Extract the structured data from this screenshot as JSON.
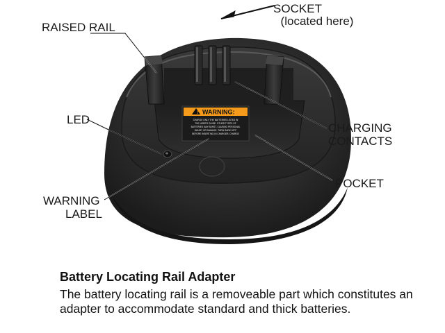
{
  "labels": {
    "socket": "SOCKET",
    "socket_note": "(located here)",
    "raised_rail": "RAISED RAIL",
    "led": "LED",
    "charging_line1": "CHARGING",
    "charging_line2": "CONTACTS",
    "pocket": "POCKET",
    "warning_line1": "WARNING",
    "warning_line2": "LABEL"
  },
  "warning_sticker": {
    "heading": "WARNING:",
    "lines": [
      "CHARGE ONLY THE BATTERIES LISTED IN",
      "THE USER'S GUIDE. OTHER TYPES OF",
      "BATTERIES MAY BURST, CAUSING PERSONAL",
      "INJURY OR DAMAGE. TURN RADIO OFF",
      "BEFORE INSERTING IN CHARGER. CHARGE"
    ]
  },
  "caption": {
    "title": "Battery Locating Rail Adapter",
    "body": "The battery locating rail is a removeable part which constitutes an adapter to accommodate standard and thick batteries."
  },
  "colors": {
    "charger_body": "#2c2c2c",
    "warning_orange": "#f59a1b",
    "text": "#1a1a1a"
  }
}
